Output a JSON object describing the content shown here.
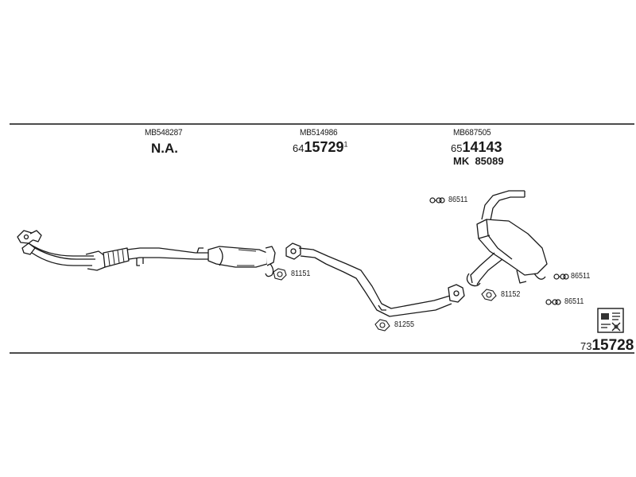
{
  "sections": [
    {
      "code": "MB548287",
      "ref_text": "N.A."
    },
    {
      "code": "MB514986",
      "ref_prefix": "64",
      "ref_main": "15729",
      "ref_sup": "1"
    },
    {
      "code": "MB687505",
      "ref_prefix": "65",
      "ref_main": "14143",
      "mk_label": "MK",
      "mk_number": "85089"
    }
  ],
  "part_labels": {
    "p81151": "81151",
    "p81255": "81255",
    "p81152": "81152",
    "p86511_a": "86511",
    "p86511_b": "86511",
    "p86511_c": "86511"
  },
  "footer": {
    "ref_prefix": "73",
    "ref_main": "15728"
  },
  "icons": [
    "clamp-icon",
    "gasket-icon",
    "document-icon"
  ],
  "colors": {
    "line": "#1a1a1a",
    "background": "#ffffff"
  }
}
